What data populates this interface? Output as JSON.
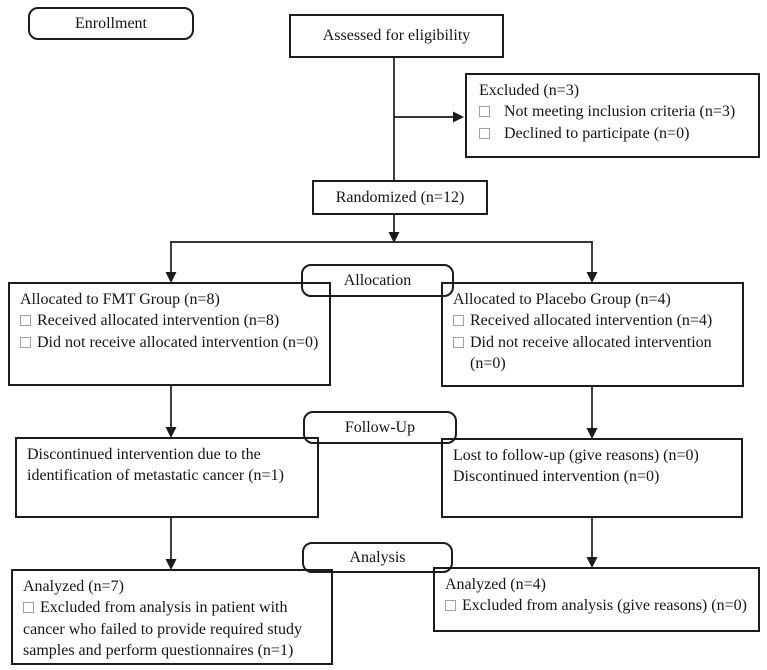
{
  "stage_labels": {
    "enrollment": "Enrollment",
    "allocation": "Allocation",
    "follow_up": "Follow-Up",
    "analysis": "Analysis"
  },
  "assessed": "Assessed for eligibility",
  "randomized": "Randomized (n=12)",
  "excluded": {
    "title": "Excluded (n=3)",
    "items": [
      "Not meeting inclusion criteria (n=3)",
      "Declined to participate (n=0)"
    ]
  },
  "allocation_fmt": {
    "title": "Allocated to FMT Group (n=8)",
    "items": [
      "Received allocated intervention (n=8)",
      "Did not receive allocated intervention (n=0)"
    ]
  },
  "allocation_placebo": {
    "title": "Allocated to Placebo Group (n=4)",
    "items": [
      "Received allocated intervention (n=4)",
      "Did not receive allocated intervention (n=0)"
    ]
  },
  "followup_fmt": {
    "text": "Discontinued intervention due to the identification of metastatic cancer (n=1)"
  },
  "followup_placebo": {
    "lines": [
      "Lost to follow-up (give reasons) (n=0)",
      "Discontinued intervention (n=0)"
    ]
  },
  "analysis_fmt": {
    "title": "Analyzed (n=7)",
    "items": [
      "Excluded from analysis in patient with cancer who failed to provide required study samples and perform questionnaires (n=1)"
    ]
  },
  "analysis_placebo": {
    "title": "Analyzed (n=4)",
    "items": [
      "Excluded from analysis (give reasons) (n=0)"
    ]
  },
  "colors": {
    "box_border": "#1c1c1c",
    "checkbox_border": "#a2a2a2",
    "background": "#ffffff"
  }
}
